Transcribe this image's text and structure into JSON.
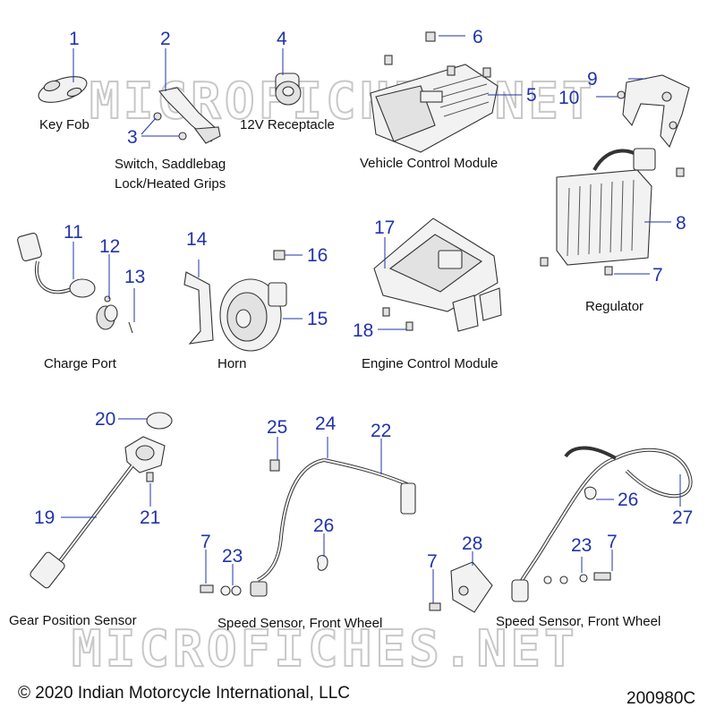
{
  "diagram": {
    "callouts": [
      {
        "id": "c1",
        "text": "1"
      },
      {
        "id": "c2",
        "text": "2"
      },
      {
        "id": "c3",
        "text": "3"
      },
      {
        "id": "c4",
        "text": "4"
      },
      {
        "id": "c5",
        "text": "5"
      },
      {
        "id": "c6",
        "text": "6"
      },
      {
        "id": "c7a",
        "text": "7"
      },
      {
        "id": "c7b",
        "text": "7"
      },
      {
        "id": "c7c",
        "text": "7"
      },
      {
        "id": "c7d",
        "text": "7"
      },
      {
        "id": "c8",
        "text": "8"
      },
      {
        "id": "c9",
        "text": "9"
      },
      {
        "id": "c10",
        "text": "10"
      },
      {
        "id": "c11",
        "text": "11"
      },
      {
        "id": "c12",
        "text": "12"
      },
      {
        "id": "c13",
        "text": "13"
      },
      {
        "id": "c14",
        "text": "14"
      },
      {
        "id": "c15",
        "text": "15"
      },
      {
        "id": "c16",
        "text": "16"
      },
      {
        "id": "c17",
        "text": "17"
      },
      {
        "id": "c18",
        "text": "18"
      },
      {
        "id": "c19",
        "text": "19"
      },
      {
        "id": "c20",
        "text": "20"
      },
      {
        "id": "c21",
        "text": "21"
      },
      {
        "id": "c22",
        "text": "22"
      },
      {
        "id": "c23a",
        "text": "23"
      },
      {
        "id": "c23b",
        "text": "23"
      },
      {
        "id": "c24",
        "text": "24"
      },
      {
        "id": "c25",
        "text": "25"
      },
      {
        "id": "c26a",
        "text": "26"
      },
      {
        "id": "c26b",
        "text": "26"
      },
      {
        "id": "c27",
        "text": "27"
      },
      {
        "id": "c28",
        "text": "28"
      }
    ],
    "labels": {
      "key_fob": "Key Fob",
      "switch_line1": "Switch, Saddlebag",
      "switch_line2": "Lock/Heated Grips",
      "receptacle": "12V Receptacle",
      "vcm": "Vehicle Control Module",
      "regulator": "Regulator",
      "charge_port": "Charge Port",
      "horn": "Horn",
      "ecm": "Engine Control Module",
      "gear_sensor": "Gear Position Sensor",
      "speed_sensor_left": "Speed Sensor, Front Wheel",
      "speed_sensor_right": "Speed Sensor, Front Wheel"
    },
    "watermark": "MICROFICHES.NET",
    "copyright": "© 2020 Indian Motorcycle International, LLC",
    "figure_code": "200980C",
    "colors": {
      "callout": "#2233aa",
      "text": "#111111",
      "watermark": "#c8c8c8"
    }
  }
}
